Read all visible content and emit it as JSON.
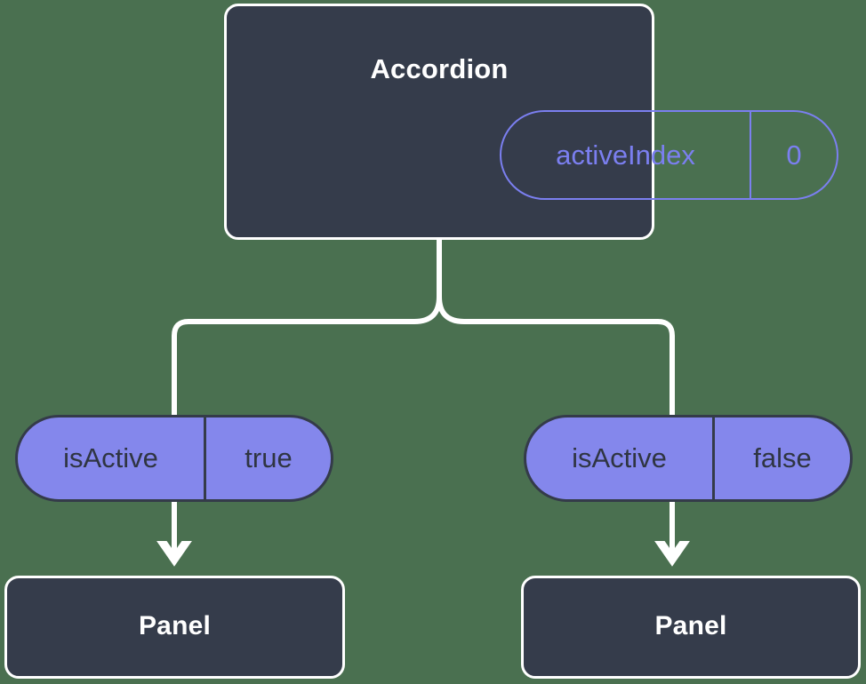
{
  "theme": {
    "background": "#4a7050",
    "node_fill": "#353c4b",
    "node_border": "#ffffff",
    "node_text": "#ffffff",
    "accent_outline": "#7b7ff0",
    "accent_fill": "#8487ec",
    "pill_text_dark": "#2f3542",
    "connector": "#ffffff"
  },
  "diagram": {
    "type": "component-state-tree",
    "root": {
      "name": "root-node",
      "title": "Accordion",
      "state": {
        "key": "activeIndex",
        "value": "0"
      }
    },
    "children": [
      {
        "name": "left-branch",
        "prop": {
          "key": "isActive",
          "value": "true"
        },
        "node": {
          "title": "Panel"
        }
      },
      {
        "name": "right-branch",
        "prop": {
          "key": "isActive",
          "value": "false"
        },
        "node": {
          "title": "Panel"
        }
      }
    ]
  }
}
